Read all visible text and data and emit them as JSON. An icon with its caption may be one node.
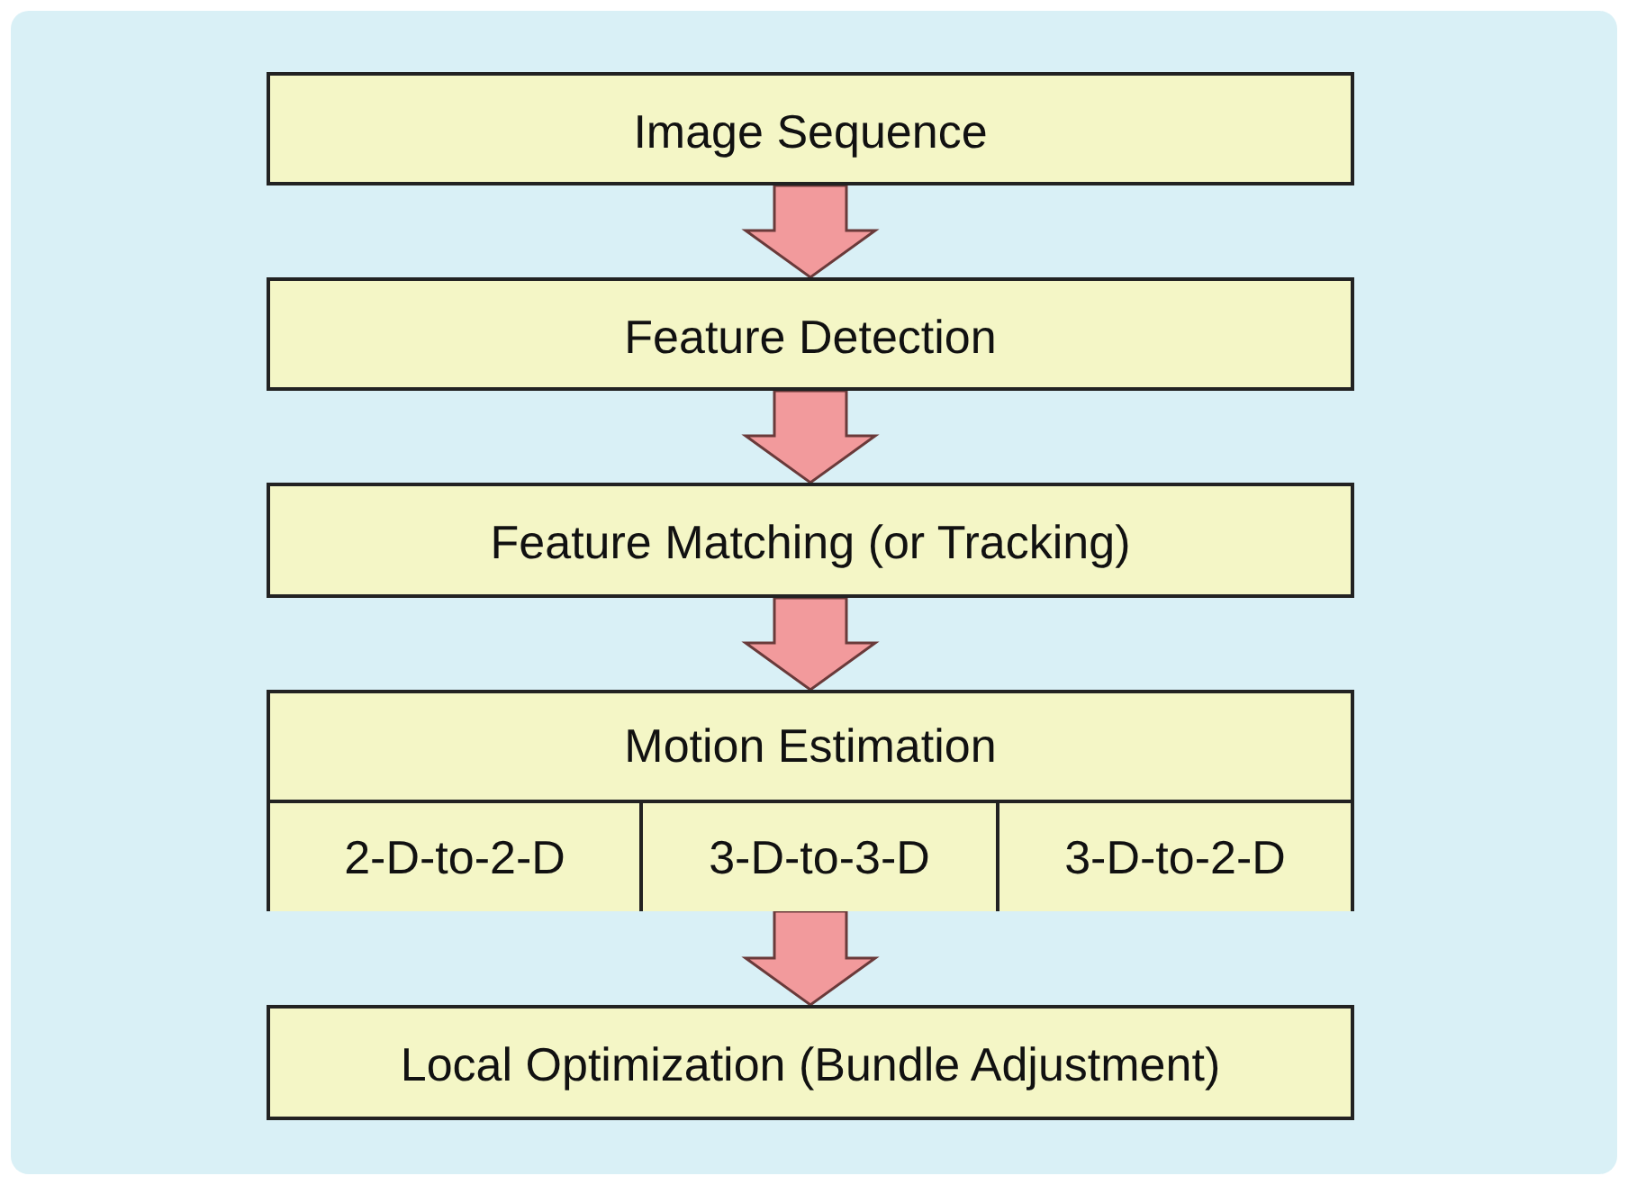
{
  "diagram": {
    "nodes": [
      {
        "text": [
          "Image Sequence"
        ]
      },
      {
        "text": [
          "Feature Detection"
        ]
      },
      {
        "text": [
          "Feature Matching (or Tracking)"
        ]
      },
      {
        "text": [
          "Motion Estimation"
        ]
      },
      {
        "text": [
          "2-D-to-2-D"
        ],
        "in": 3
      },
      {
        "text": [
          "3-D-to-3-D"
        ],
        "in": 3
      },
      {
        "text": [
          "3-D-to-2-D"
        ],
        "in": 3
      },
      {
        "text": [
          "Local Optimization (Bundle Adjustment)"
        ]
      }
    ],
    "edges": [
      {
        "from": 0,
        "to": 1,
        "arrow": "to"
      },
      {
        "from": 1,
        "to": 2,
        "arrow": "to"
      },
      {
        "from": 2,
        "to": 3,
        "arrow": "to"
      },
      {
        "from": 3,
        "to": 7,
        "arrow": "to"
      }
    ]
  }
}
